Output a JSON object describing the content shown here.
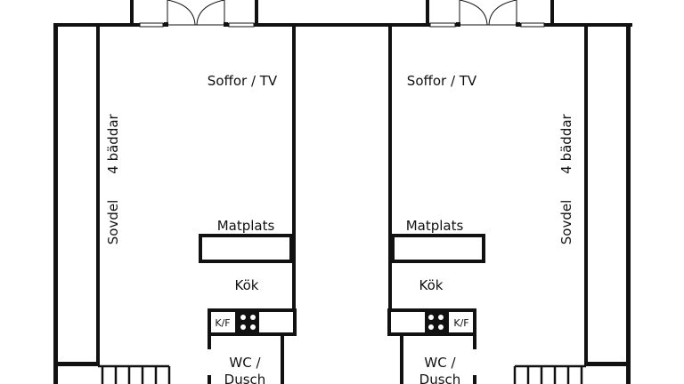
{
  "title": "Floor plan - two mirrored units",
  "units": [
    {
      "side": "left",
      "rooms": {
        "living": "Soffor / TV",
        "dining": "Matplats",
        "kitchen": "Kök",
        "fridge": "K/F",
        "bath_line1": "WC /",
        "bath_line2": "Dusch",
        "sleep": "Sovdel",
        "beds": "4 bäddar"
      }
    },
    {
      "side": "right",
      "rooms": {
        "living": "Soffor / TV",
        "dining": "Matplats",
        "kitchen": "Kök",
        "fridge": "K/F",
        "bath_line1": "WC /",
        "bath_line2": "Dusch",
        "sleep": "Sovdel",
        "beds": "4 bäddar"
      }
    }
  ],
  "colors": {
    "wall": "#111111",
    "background": "#ffffff"
  }
}
